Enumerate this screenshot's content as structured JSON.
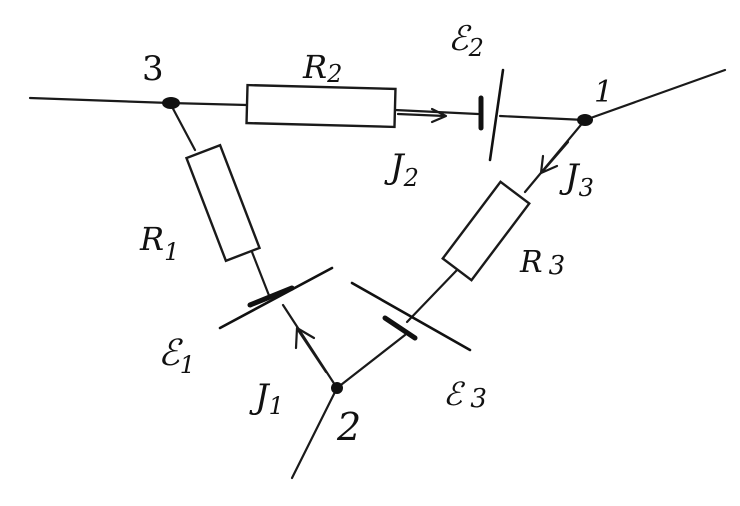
{
  "nodes": {
    "n1": "1",
    "n2": "2",
    "n3": "3"
  },
  "resistors": {
    "r1": {
      "name": "R",
      "sub": "1"
    },
    "r2": {
      "name": "R",
      "sub": "2"
    },
    "r3": {
      "name": "R",
      "sub": "3"
    }
  },
  "emfs": {
    "e1": {
      "name": "ℰ",
      "sub": "1"
    },
    "e2": {
      "name": "ℰ",
      "sub": "2"
    },
    "e3": {
      "name": "ℰ",
      "sub": "3"
    }
  },
  "currents": {
    "i1": {
      "name": "J",
      "sub": "1"
    },
    "i2": {
      "name": "J",
      "sub": "2"
    },
    "i3": {
      "name": "J",
      "sub": "3"
    }
  }
}
